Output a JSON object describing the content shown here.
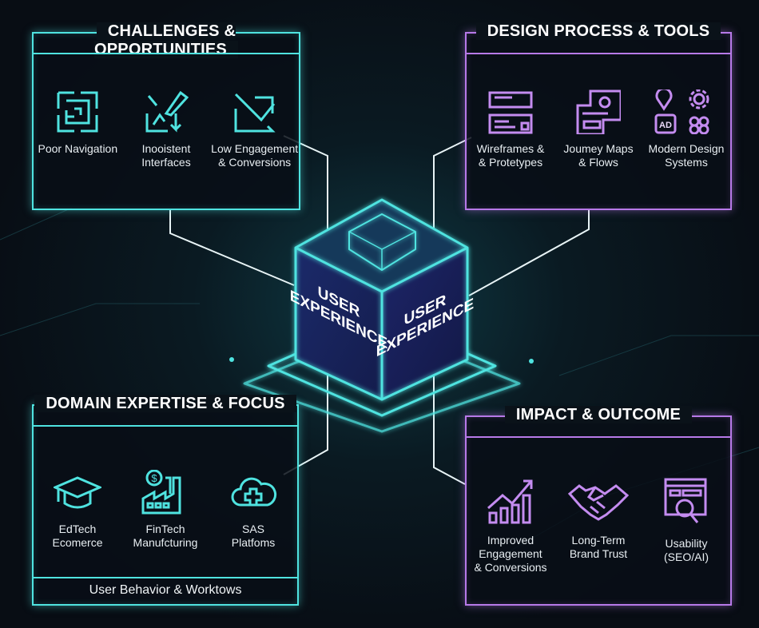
{
  "center": {
    "left_face": "USER\nEXPERIENCE",
    "right_face": "USER\nEXPERIENCE",
    "left_line1": "USER",
    "left_line2": "EXPERIENCE",
    "right_line1": "USER",
    "right_line2": "EXPERIENCE"
  },
  "panels": {
    "challenges": {
      "title": "CHALLENGES & OPPORTUNITIES",
      "items": [
        {
          "icon": "maze-icon",
          "label": "Poor Navigation"
        },
        {
          "icon": "broken-pencil-icon",
          "label": "Inooistent\nInterfaces"
        },
        {
          "icon": "downtrend-check-icon",
          "label": "Low Engagement\n& Conversions"
        }
      ]
    },
    "design": {
      "title": "DESIGN PROCESS & TOOLS",
      "items": [
        {
          "icon": "wireframe-icon",
          "label": "Wireframes &\n& Protetypes"
        },
        {
          "icon": "journey-map-icon",
          "label": "Joumey Maps\n& Flows"
        },
        {
          "icon": "design-system-icon",
          "label": "Modern Design\nSystems",
          "badge": "AD"
        }
      ]
    },
    "domain": {
      "title": "DOMAIN EXPERTISE & FOCUS",
      "items": [
        {
          "icon": "graduation-cap-icon",
          "label": "EdTech\nEcomerce"
        },
        {
          "icon": "factory-dollar-icon",
          "label": "FinTech\nManufcturing"
        },
        {
          "icon": "cloud-plus-icon",
          "label": "SAS\nPlatfoms"
        }
      ],
      "footer": "User Behavior & Worktows"
    },
    "impact": {
      "title": "IMPACT & OUTCOME",
      "items": [
        {
          "icon": "growth-chart-icon",
          "label": "Improved\nEngagement\n& Conversions"
        },
        {
          "icon": "handshake-icon",
          "label": "Long-Term\nBrand Trust"
        },
        {
          "icon": "search-page-icon",
          "label": "Usability\n(SEO/AI)"
        }
      ]
    }
  },
  "colors": {
    "cyan": "#4fe3e0",
    "purple": "#b779e8",
    "background": "#0a1219"
  }
}
